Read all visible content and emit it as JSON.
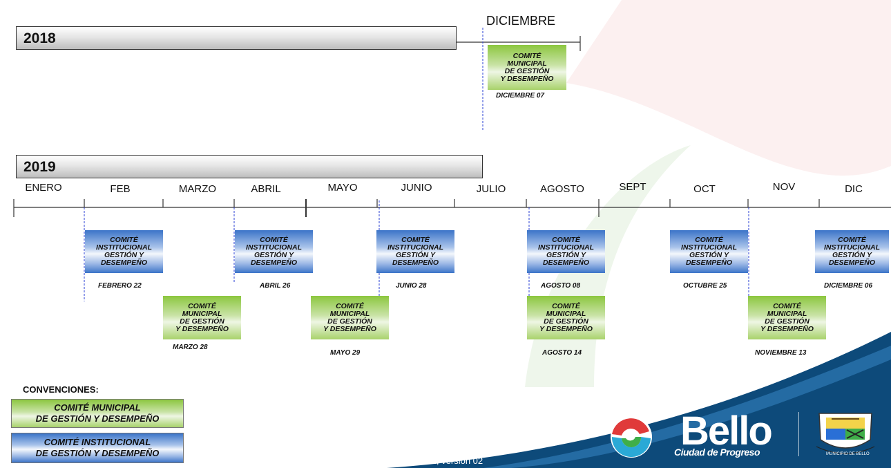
{
  "year_2018": {
    "label": "2018",
    "month": "DICIEMBRE",
    "event": {
      "type": "municipal",
      "label": "COMITÉ\nMUNICIPAL\nDE GESTIÓN\nY DESEMPEÑO",
      "date": "DICIEMBRE 07"
    }
  },
  "year_2019": {
    "label": "2019",
    "months": [
      "ENERO",
      "FEB",
      "MARZO",
      "ABRIL",
      "MAYO",
      "JUNIO",
      "JULIO",
      "AGOSTO",
      "SEPT",
      "OCT",
      "NOV",
      "DIC"
    ],
    "events": [
      {
        "type": "institucional",
        "label": "COMITÉ\nINSTITUCIONAL\nGESTIÓN Y\nDESEMPEÑO",
        "date": "FEBRERO 22"
      },
      {
        "type": "municipal",
        "label": "COMITÉ\nMUNICIPAL\nDE GESTIÓN\nY DESEMPEÑO",
        "date": "MARZO 28"
      },
      {
        "type": "institucional",
        "label": "COMITÉ\nINSTITUCIONAL\nGESTIÓN Y\nDESEMPEÑO",
        "date": "ABRIL 26"
      },
      {
        "type": "municipal",
        "label": "COMITÉ\nMUNICIPAL\nDE GESTIÓN\nY DESEMPEÑO",
        "date": "MAYO 29"
      },
      {
        "type": "institucional",
        "label": "COMITÉ\nINSTITUCIONAL\nGESTIÓN Y\nDESEMPEÑO",
        "date": "JUNIO 28"
      },
      {
        "type": "institucional",
        "label": "COMITÉ\nINSTITUCIONAL\nGESTIÓN Y\nDESEMPEÑO",
        "date": "AGOSTO 08"
      },
      {
        "type": "municipal",
        "label": "COMITÉ\nMUNICIPAL\nDE GESTIÓN\nY DESEMPEÑO",
        "date": "AGOSTO 14"
      },
      {
        "type": "institucional",
        "label": "COMITÉ\nINSTITUCIONAL\nGESTIÓN Y\nDESEMPEÑO",
        "date": "OCTUBRE 25"
      },
      {
        "type": "municipal",
        "label": "COMITÉ\nMUNICIPAL\nDE GESTIÓN\nY DESEMPEÑO",
        "date": "NOVIEMBRE 13"
      },
      {
        "type": "institucional",
        "label": "COMITÉ\nINSTITUCIONAL\nGESTIÓN Y\nDESEMPEÑO",
        "date": "DICIEMBRE 06"
      }
    ]
  },
  "conventions": {
    "title": "CONVENCIONES:",
    "municipal": "COMITÉ MUNICIPAL\nDE GESTIÓN Y DESEMPEÑO",
    "institucional": "COMITÉ INSTITUCIONAL\nDE GESTIÓN Y DESEMPEÑO"
  },
  "footer": {
    "code": "Código F-PC-01; versión 02"
  },
  "logo": {
    "name": "Bello",
    "tagline": "Ciudad de Progreso",
    "seal_text": "MUNICIPIO DE BELLO"
  },
  "colors": {
    "municipal": "#8cc63f",
    "institucional": "#3b74c8",
    "footer_band": "#0d4a7a",
    "swoosh_red": "#e8b4b8",
    "swoosh_green": "#cfe6c7"
  }
}
